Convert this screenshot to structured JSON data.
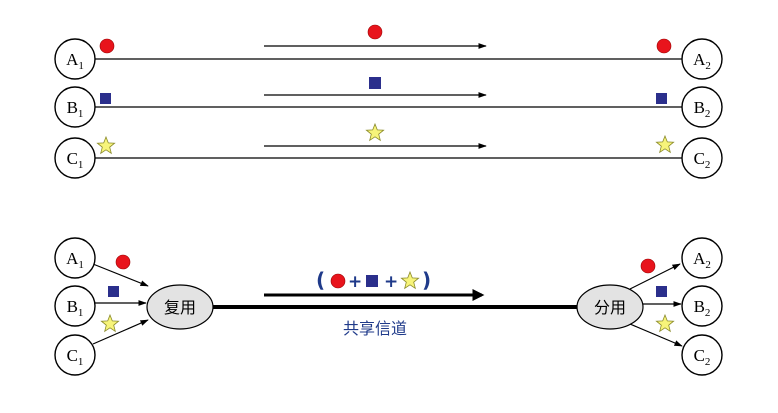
{
  "top_section": {
    "lines": [
      {
        "src_letter": "A",
        "src_sub": "1",
        "dst_letter": "A",
        "dst_sub": "2",
        "symbol": "red-circle"
      },
      {
        "src_letter": "B",
        "src_sub": "1",
        "dst_letter": "B",
        "dst_sub": "2",
        "symbol": "blue-square"
      },
      {
        "src_letter": "C",
        "src_sub": "1",
        "dst_letter": "C",
        "dst_sub": "2",
        "symbol": "yellow-star"
      }
    ]
  },
  "bottom_section": {
    "sources": [
      {
        "letter": "A",
        "sub": "1",
        "symbol": "red-circle"
      },
      {
        "letter": "B",
        "sub": "1",
        "symbol": "blue-square"
      },
      {
        "letter": "C",
        "sub": "1",
        "symbol": "yellow-star"
      }
    ],
    "destinations": [
      {
        "letter": "A",
        "sub": "2",
        "symbol": "red-circle"
      },
      {
        "letter": "B",
        "sub": "2",
        "symbol": "blue-square"
      },
      {
        "letter": "C",
        "sub": "2",
        "symbol": "yellow-star"
      }
    ],
    "mux_label": "复用",
    "demux_label": "分用",
    "channel_label": "共享信道",
    "combined_open": "(",
    "combined_plus": "+",
    "combined_close": ")"
  },
  "colors": {
    "red": "#e8141c",
    "blue": "#2b2f8c",
    "yellow": "#f7f47a",
    "label_blue": "#1f3a8a",
    "ellipse_fill": "#e3e3e3"
  }
}
